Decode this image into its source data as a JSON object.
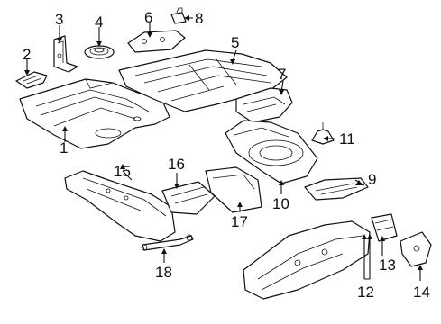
{
  "diagram": {
    "callouts": [
      {
        "id": "1",
        "label": "1"
      },
      {
        "id": "2",
        "label": "2"
      },
      {
        "id": "3",
        "label": "3"
      },
      {
        "id": "4",
        "label": "4"
      },
      {
        "id": "5",
        "label": "5"
      },
      {
        "id": "6",
        "label": "6"
      },
      {
        "id": "7",
        "label": "7"
      },
      {
        "id": "8",
        "label": "8"
      },
      {
        "id": "9",
        "label": "9"
      },
      {
        "id": "10",
        "label": "10"
      },
      {
        "id": "11",
        "label": "11"
      },
      {
        "id": "12",
        "label": "12"
      },
      {
        "id": "13",
        "label": "13"
      },
      {
        "id": "14",
        "label": "14"
      },
      {
        "id": "15",
        "label": "15"
      },
      {
        "id": "16",
        "label": "16"
      },
      {
        "id": "17",
        "label": "17"
      },
      {
        "id": "18",
        "label": "18"
      }
    ],
    "line_color": "#111111",
    "background": "#ffffff"
  }
}
